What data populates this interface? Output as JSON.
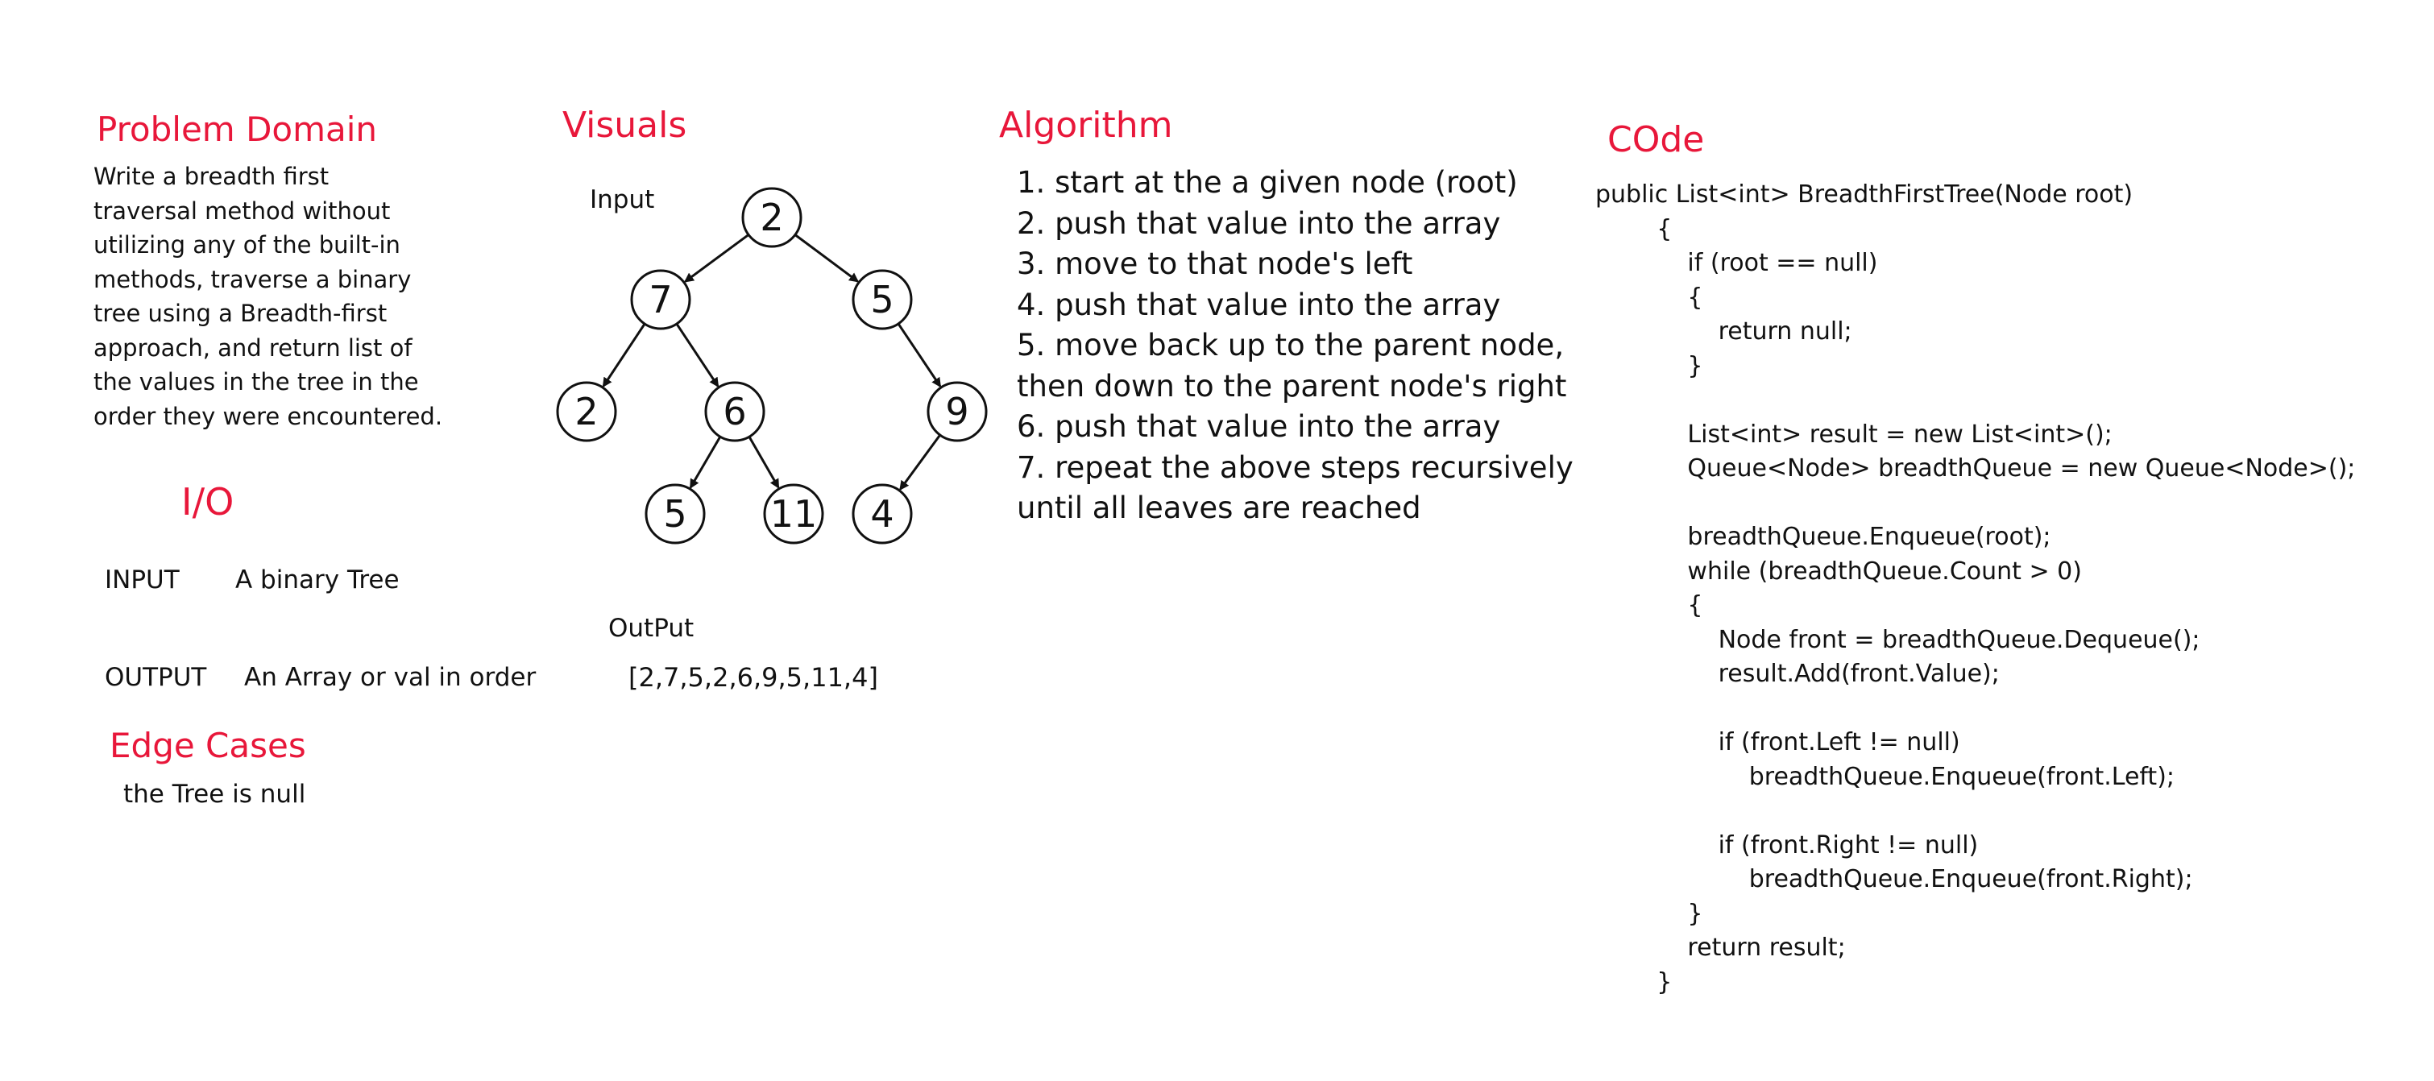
{
  "problem_domain": {
    "title": "Problem Domain",
    "lines": [
      "Write a breadth first",
      "traversal method without",
      "utilizing any of the built-in",
      "methods, traverse a binary",
      "tree using a Breadth-first",
      "approach, and return list of",
      "the values in the tree in the",
      "order they were encountered."
    ]
  },
  "io": {
    "title": "I/O",
    "input_label": "INPUT",
    "input_value": "A binary Tree",
    "output_label": "OUTPUT",
    "output_value": "An Array or val in order"
  },
  "edge_cases": {
    "title": "Edge Cases",
    "text": "the Tree is null"
  },
  "visuals": {
    "title": "Visuals",
    "input_label": "Input",
    "output_label": "OutPut",
    "output_value": "[2,7,5,2,6,9,5,11,4]",
    "tree": {
      "nodes": [
        {
          "id": "n1",
          "label": "2"
        },
        {
          "id": "n2",
          "label": "7"
        },
        {
          "id": "n3",
          "label": "5"
        },
        {
          "id": "n4",
          "label": "2"
        },
        {
          "id": "n5",
          "label": "6"
        },
        {
          "id": "n6",
          "label": "9"
        },
        {
          "id": "n7",
          "label": "5"
        },
        {
          "id": "n8",
          "label": "11"
        },
        {
          "id": "n9",
          "label": "4"
        }
      ],
      "edges": [
        {
          "from": "n1",
          "to": "n2"
        },
        {
          "from": "n1",
          "to": "n3"
        },
        {
          "from": "n2",
          "to": "n4"
        },
        {
          "from": "n2",
          "to": "n5"
        },
        {
          "from": "n3",
          "to": "n6"
        },
        {
          "from": "n5",
          "to": "n7"
        },
        {
          "from": "n5",
          "to": "n8"
        },
        {
          "from": "n6",
          "to": "n9"
        }
      ]
    }
  },
  "algorithm": {
    "title": "Algorithm",
    "steps": [
      "1. start at the a given node (root)",
      "2. push that value into the array",
      "3. move to that node's left",
      "4. push that value into the array",
      " 5. move back up to the parent node,",
      "then down to the parent node's right",
      " 6. push that value into the array",
      "7. repeat the above steps recursively",
      "until all leaves are reached"
    ]
  },
  "code": {
    "title": "COde",
    "lines": [
      "public List<int> BreadthFirstTree(Node root)",
      "        {",
      "            if (root == null)",
      "            {",
      "                return null;",
      "            }",
      "",
      "            List<int> result = new List<int>();",
      "            Queue<Node> breadthQueue = new Queue<Node>();",
      "",
      "            breadthQueue.Enqueue(root);",
      "            while (breadthQueue.Count > 0)",
      "            {",
      "                Node front = breadthQueue.Dequeue();",
      "                result.Add(front.Value);",
      "",
      "                if (front.Left != null)",
      "                    breadthQueue.Enqueue(front.Left);",
      "",
      "                if (front.Right != null)",
      "                    breadthQueue.Enqueue(front.Right);",
      "            }",
      "            return result;",
      "        }"
    ]
  },
  "colors": {
    "heading": "#e8173a",
    "text": "#111111",
    "background": "#ffffff"
  }
}
